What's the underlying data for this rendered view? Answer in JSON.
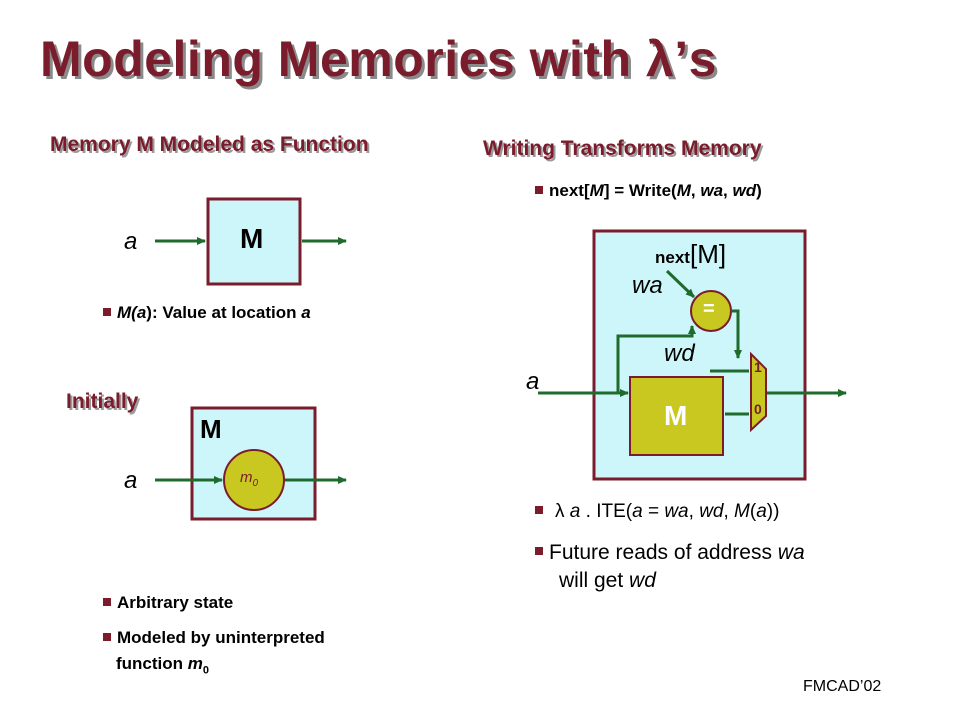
{
  "title": "Modeling Memories with λ’s",
  "left": {
    "heading": "Memory M Modeled as Function",
    "box1": {
      "input_label": "a",
      "box_label": "M"
    },
    "bullet1": {
      "prefix": "M(",
      "arg": "a",
      "mid": "): Value at location ",
      "end": "a"
    },
    "initially_heading": "Initially",
    "box2": {
      "title": "M",
      "input_label": "a",
      "circle_label": "m",
      "circle_sub": "0"
    },
    "bullets2": [
      "Arbitrary state",
      "Modeled by uninterpreted"
    ],
    "bullets2_line2": {
      "text": "function ",
      "var": "m",
      "sub": "0"
    }
  },
  "right": {
    "heading": "Writing Transforms Memory",
    "bullet1": {
      "a": "next",
      "b": "[",
      "c": "M",
      "d": "]",
      "e": " = Write(",
      "f": "M",
      "g": ", ",
      "h": "wa",
      "i": ", ",
      "j": "wd",
      "k": ")"
    },
    "diagram": {
      "next_label": "next",
      "next_bracket": "[M]",
      "wa": "wa",
      "eq": "=",
      "wd": "wd",
      "a": "a",
      "mux_one": "1",
      "mux_zero": "0",
      "mem": "M"
    },
    "bullet2": {
      "lambda": "λ",
      "a": " a",
      "rest": " . ITE(",
      "a2": "a",
      "eq": " = ",
      "wa": "wa",
      "c1": ", ",
      "wd": "wd",
      "c2": ", ",
      "M": "M",
      "p1": "(",
      "a3": "a",
      "p2": "))"
    },
    "bullet3_line1": {
      "text": "Future reads of address ",
      "var": "wa"
    },
    "bullet3_line2": {
      "text": "will get ",
      "var": "wd"
    }
  },
  "footer": "FMCAD’02",
  "colors": {
    "title": "#7a1c2c",
    "box_fill": "#cdf6fa",
    "box_border": "#7a1c2c",
    "wire": "#1f6b2d",
    "circle_fill": "#c8c820"
  }
}
